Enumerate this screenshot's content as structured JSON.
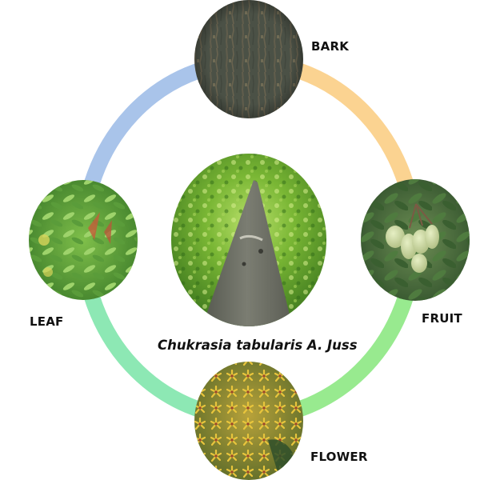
{
  "diagram": {
    "title": "Chukrasia tabularis A. Juss",
    "center_image": {
      "subject": "tree-trunk-canopy",
      "caption": "Chukrasia tabularis A. Juss"
    },
    "nodes": [
      {
        "id": "bark",
        "label": "BARK",
        "position": "top",
        "image": "bark-texture",
        "arc_color_to_next": "#fbd391"
      },
      {
        "id": "fruit",
        "label": "FRUIT",
        "position": "right",
        "image": "green-fruit-cluster",
        "arc_color_to_next": "#98ea8f"
      },
      {
        "id": "flower",
        "label": "FLOWER",
        "position": "bottom",
        "image": "yellow-flower-cluster",
        "arc_color_to_next": "#8de8b4"
      },
      {
        "id": "leaf",
        "label": "LEAF",
        "position": "left",
        "image": "pinnate-leaves",
        "arc_color_to_next": "#a9c4ea"
      }
    ],
    "colors": {
      "arc_leaf_bark": "#a9c4ea",
      "arc_bark_fruit": "#fbd391",
      "arc_fruit_flower": "#98ea8f",
      "arc_flower_leaf": "#8de8b4",
      "label_text": "#111111",
      "background": "#ffffff"
    }
  }
}
